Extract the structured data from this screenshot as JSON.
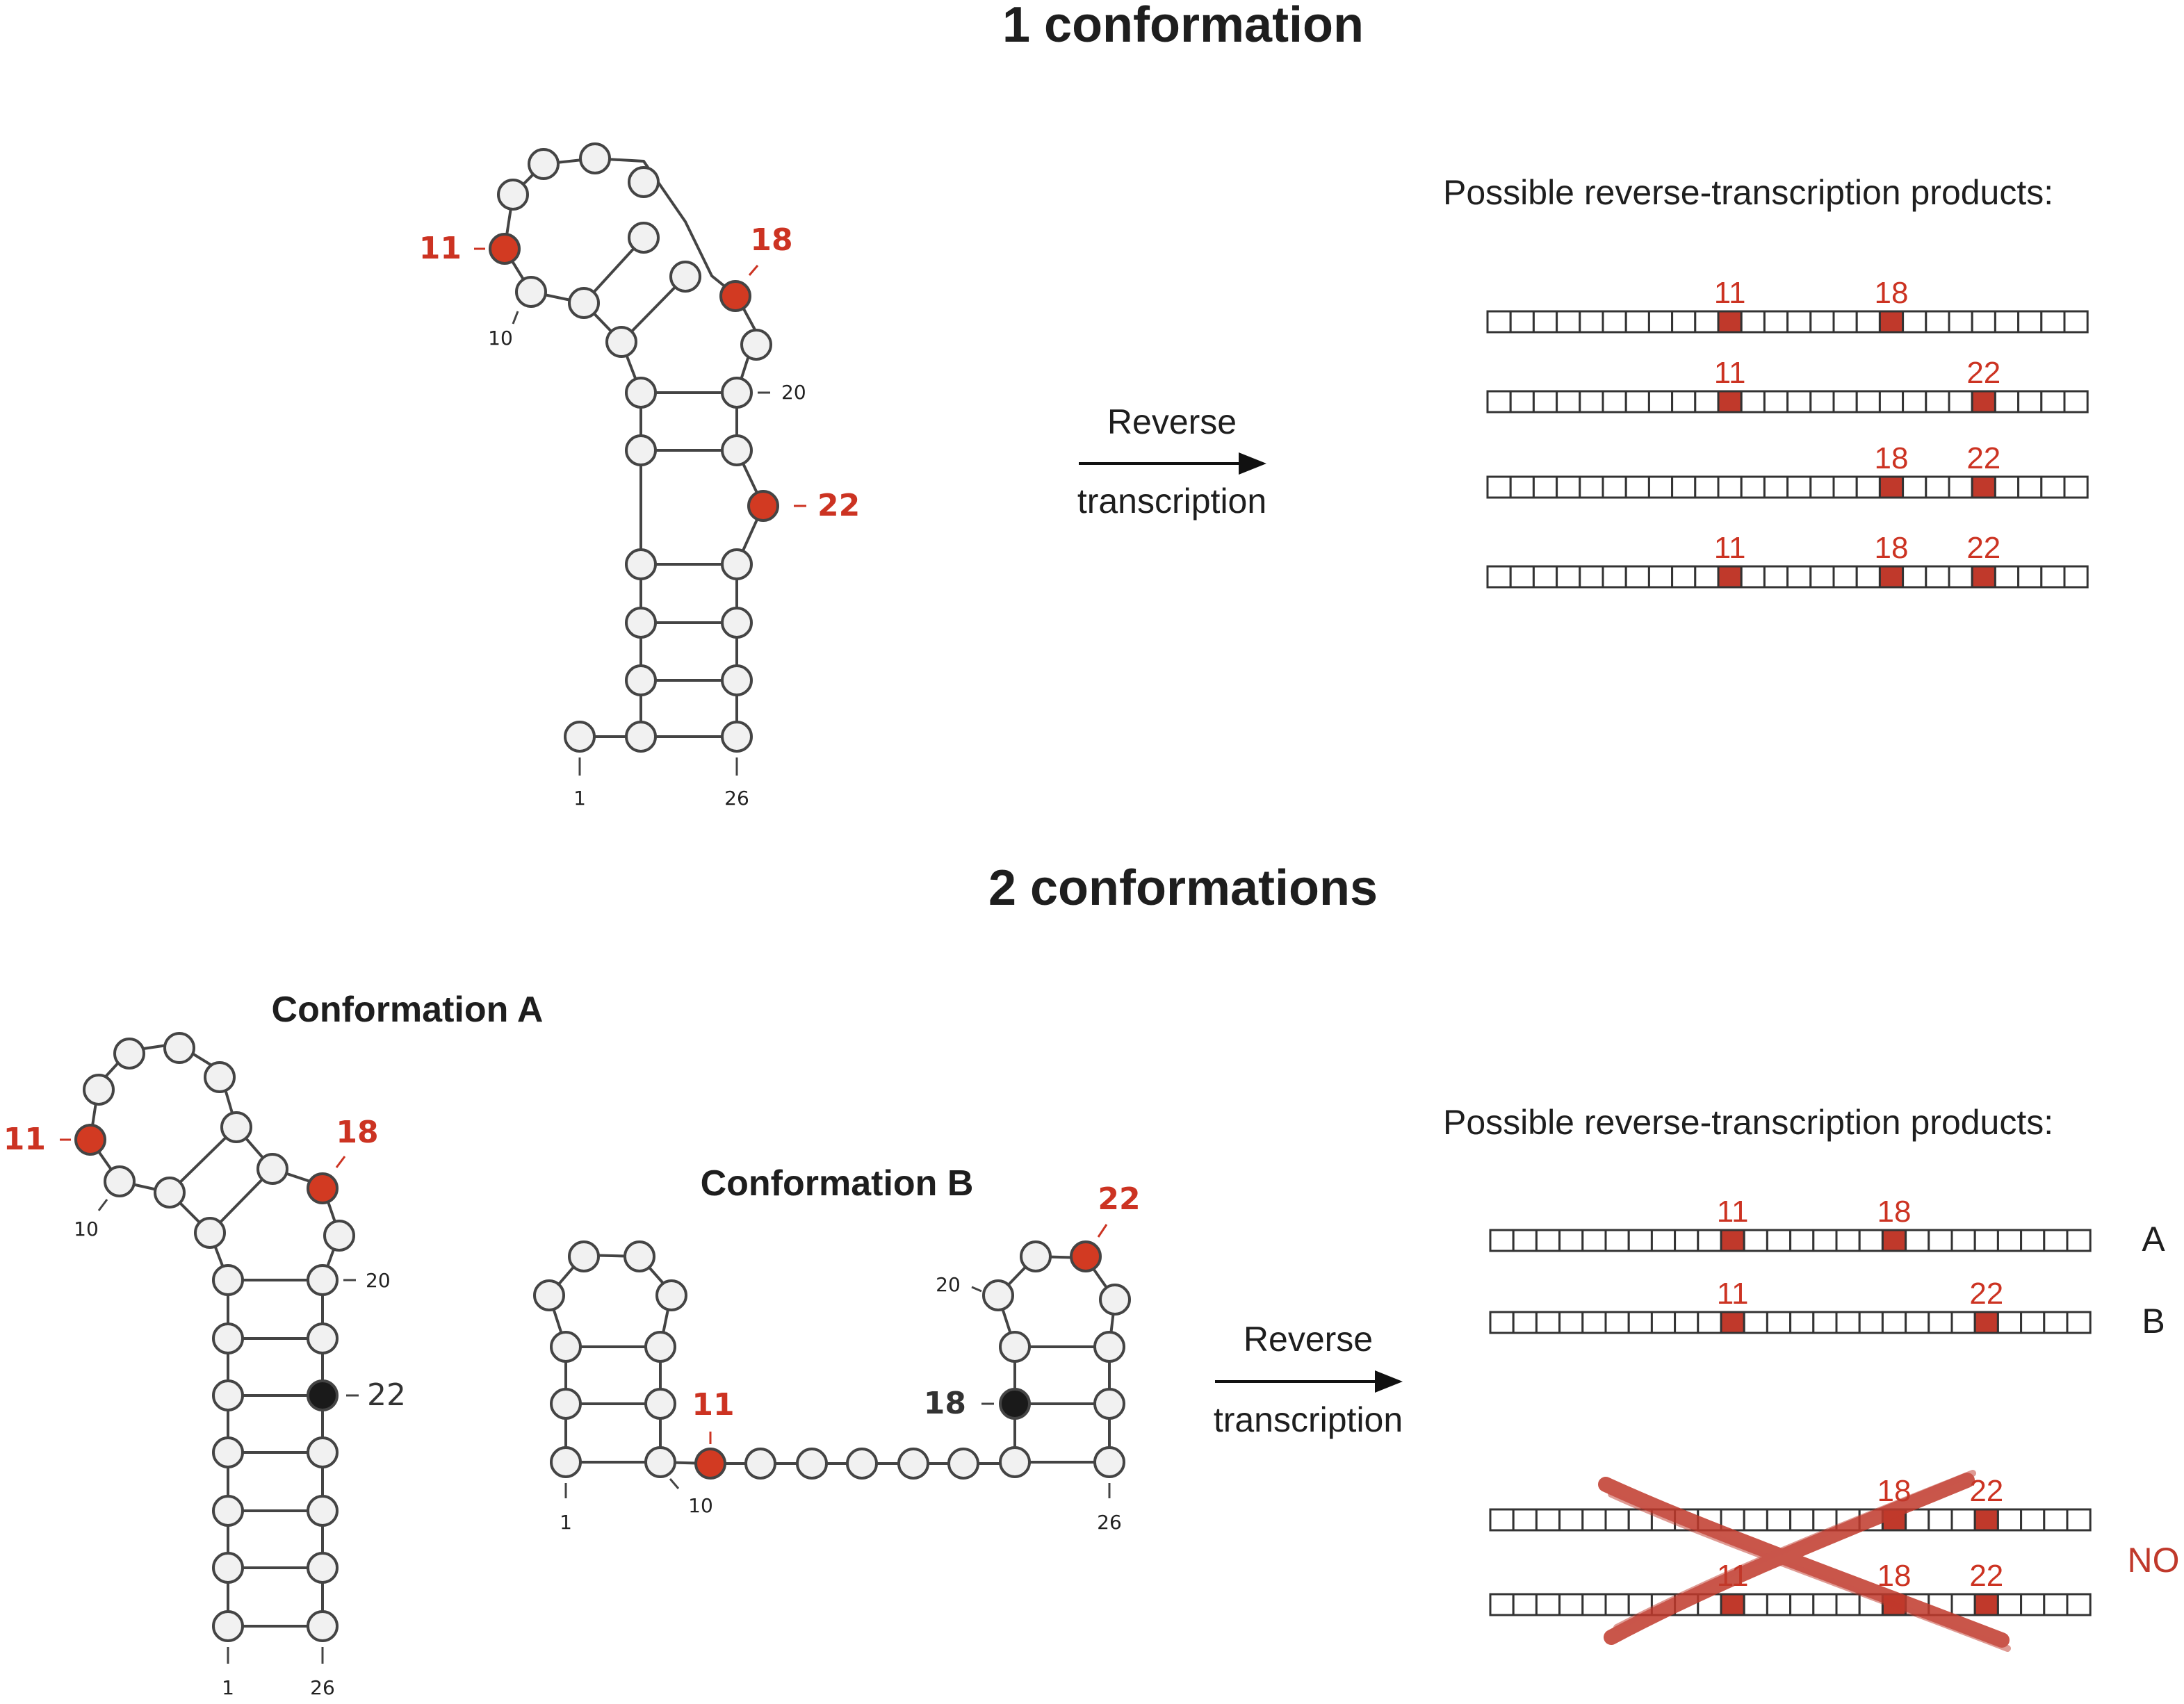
{
  "section_top": {
    "title": "1 conformation",
    "arrow_line1": "Reverse",
    "arrow_line2": "transcription",
    "products_heading": "Possible reverse-transcription products:",
    "labels": {
      "n1": "1",
      "n10": "10",
      "n11": "11",
      "n18": "18",
      "n20": "20",
      "n22": "22",
      "n26": "26"
    },
    "products": [
      {
        "marks": [
          "11",
          "18"
        ]
      },
      {
        "marks": [
          "11",
          "22"
        ]
      },
      {
        "marks": [
          "18",
          "22"
        ]
      },
      {
        "marks": [
          "11",
          "18",
          "22"
        ]
      }
    ]
  },
  "section_bottom": {
    "title": "2 conformations",
    "conf_a_title": "Conformation A",
    "conf_b_title": "Conformation B",
    "arrow_line1": "Reverse",
    "arrow_line2": "transcription",
    "products_heading": "Possible reverse-transcription products:",
    "a_labels": {
      "n1": "1",
      "n10": "10",
      "n11": "11",
      "n18": "18",
      "n20": "20",
      "n22": "22",
      "n26": "26"
    },
    "b_labels": {
      "n1": "1",
      "n10": "10",
      "n11": "11",
      "n18": "18",
      "n20": "20",
      "n22": "22",
      "n26": "26"
    },
    "products": [
      {
        "marks": [
          "11",
          "18"
        ],
        "tag": "A"
      },
      {
        "marks": [
          "11",
          "22"
        ],
        "tag": "B"
      },
      {
        "marks": [
          "18",
          "22"
        ],
        "tag": ""
      },
      {
        "marks": [
          "11",
          "18",
          "22"
        ],
        "tag": ""
      }
    ],
    "rejected_label": "NO"
  },
  "colors": {
    "modified": "#d23a22",
    "unmodified": "#f1f1f1",
    "blocked": "#1a1a1a",
    "product_hit": "#c0392b"
  }
}
